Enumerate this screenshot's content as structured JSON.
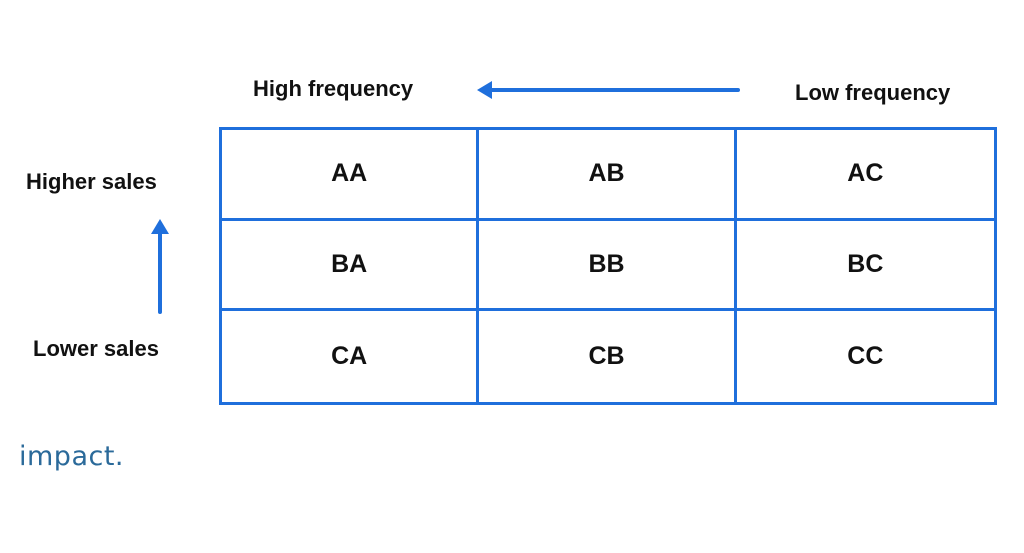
{
  "axes": {
    "x_left_label": "High frequency",
    "x_right_label": "Low frequency",
    "y_top_label": "Higher sales",
    "y_bottom_label": "Lower sales",
    "arrow_color": "#1f6fdc"
  },
  "matrix": {
    "border_color": "#1f6fdc",
    "rows": [
      [
        "AA",
        "AB",
        "AC"
      ],
      [
        "BA",
        "BB",
        "BC"
      ],
      [
        "CA",
        "CB",
        "CC"
      ]
    ]
  },
  "logo": {
    "text": "impact.",
    "color": "#2b6a9a"
  }
}
